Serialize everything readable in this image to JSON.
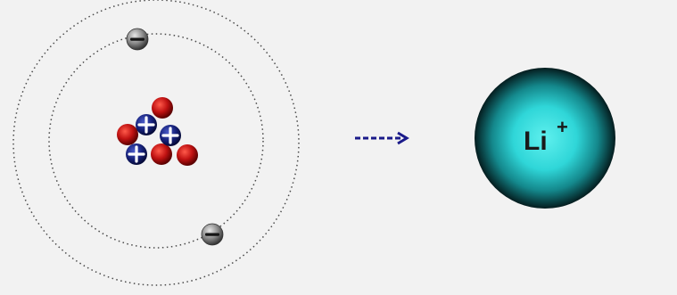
{
  "atom": {
    "electron_count": 2,
    "proton_count": 3,
    "neutron_count": 4,
    "proton_symbol": "+",
    "electron_symbol": "−",
    "colors": {
      "orbit": "#444444",
      "proton": "#1a2a7a",
      "neutron": "#b01010",
      "electron": "#777777"
    }
  },
  "arrow": {
    "color": "#1a1a8a"
  },
  "ion": {
    "symbol": "Li",
    "charge": "+",
    "colors": {
      "center": "#33e0e0",
      "edge": "#062a2a"
    }
  }
}
